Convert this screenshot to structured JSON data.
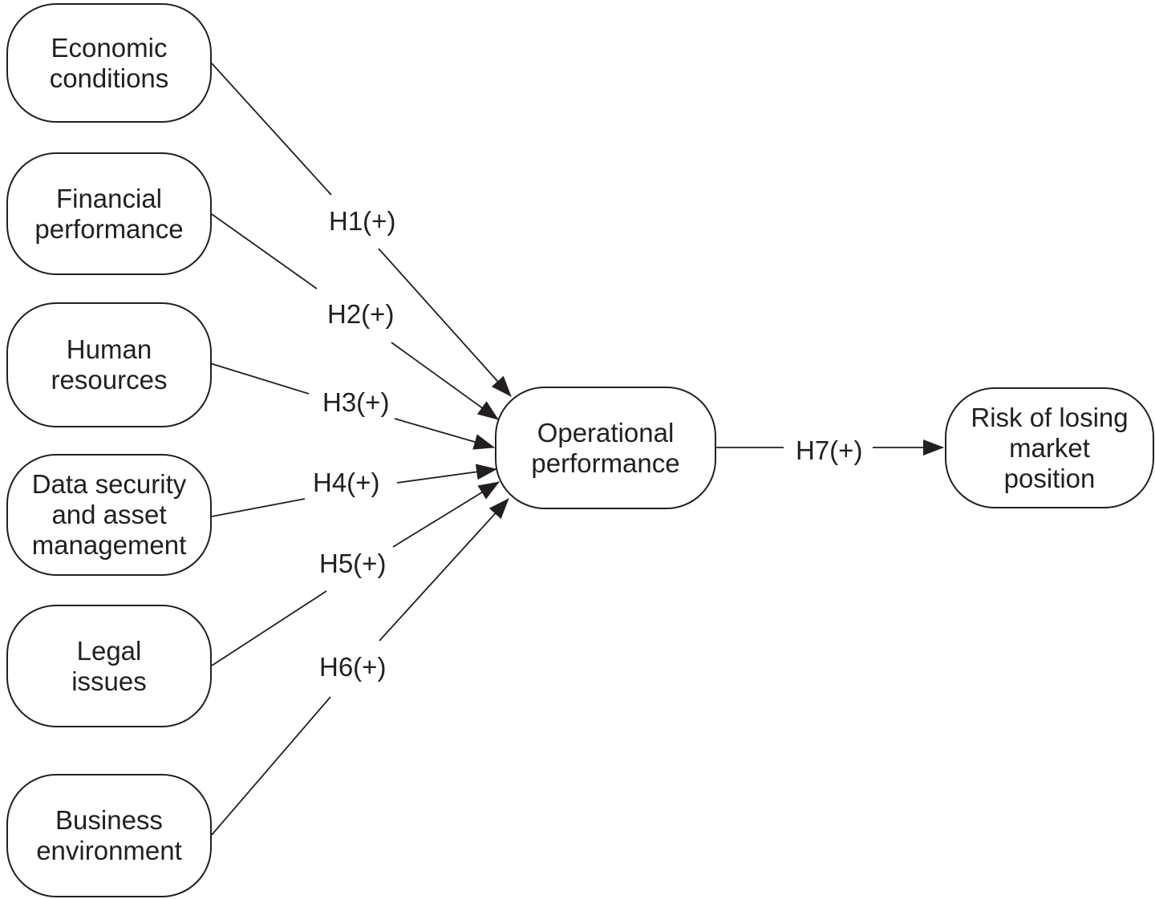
{
  "diagram": {
    "type": "hypothesis-path-model",
    "colors": {
      "stroke": "#231f20",
      "text": "#231f20",
      "background": "#ffffff"
    },
    "nodes": {
      "economic": {
        "label": "Economic\nconditions"
      },
      "financial": {
        "label": "Financial\nperformance"
      },
      "human": {
        "label": "Human\nresources"
      },
      "data_security": {
        "label": "Data security\nand asset\nmanagement"
      },
      "legal": {
        "label": "Legal\nissues"
      },
      "business": {
        "label": "Business\nenvironment"
      },
      "operational": {
        "label": "Operational\nperformance"
      },
      "risk": {
        "label": "Risk of losing\nmarket\nposition"
      }
    },
    "hypotheses": {
      "h1": {
        "label": "H1(+)",
        "from": "Economic conditions",
        "to": "Operational performance"
      },
      "h2": {
        "label": "H2(+)",
        "from": "Financial performance",
        "to": "Operational performance"
      },
      "h3": {
        "label": "H3(+)",
        "from": "Human resources",
        "to": "Operational performance"
      },
      "h4": {
        "label": "H4(+)",
        "from": "Data security and asset management",
        "to": "Operational performance"
      },
      "h5": {
        "label": "H5(+)",
        "from": "Legal issues",
        "to": "Operational performance"
      },
      "h6": {
        "label": "H6(+)",
        "from": "Business environment",
        "to": "Operational performance"
      },
      "h7": {
        "label": "H7(+)",
        "from": "Operational performance",
        "to": "Risk of losing market position"
      }
    }
  }
}
